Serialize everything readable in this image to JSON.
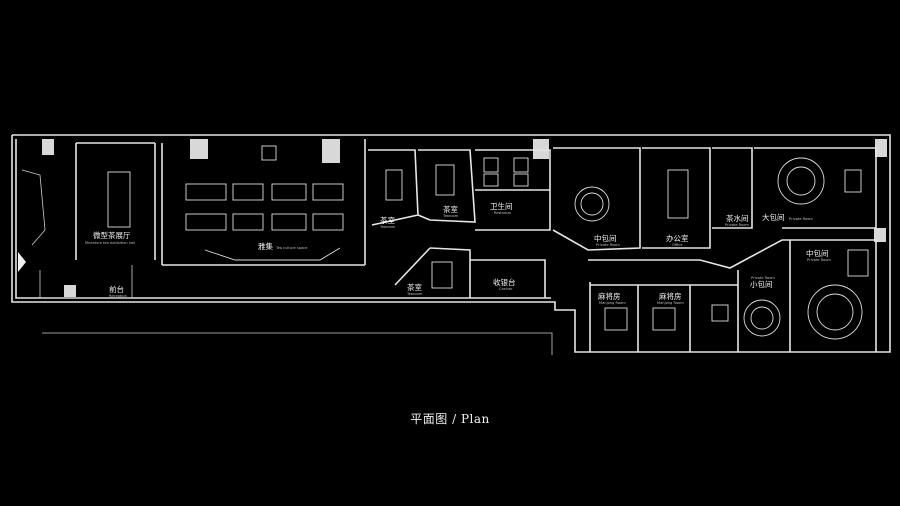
{
  "caption": "平面图 / Plan",
  "rooms": {
    "exhibition": {
      "name": "微型茶展厅",
      "en": "Miniature tea exhibition hall"
    },
    "reception": {
      "name": "前台",
      "en": "Reception"
    },
    "tea_culture": {
      "name": "雅集",
      "en": "Tea culture space"
    },
    "tearoom_1": {
      "name": "茶室",
      "en": "Tearoom"
    },
    "tearoom_2": {
      "name": "茶室",
      "en": "Tearoom"
    },
    "tearoom_3": {
      "name": "茶室",
      "en": "Tearoom"
    },
    "restroom": {
      "name": "卫生间",
      "en": "Restroom"
    },
    "cashier": {
      "name": "收银台",
      "en": "Cashier"
    },
    "private_mid_1": {
      "name": "中包间",
      "en": "Private Room"
    },
    "office": {
      "name": "办公室",
      "en": "Office"
    },
    "pantry": {
      "name": "茶水间",
      "en": "Private Room"
    },
    "private_large": {
      "name": "大包间",
      "en": "Private Room"
    },
    "private_mid_2": {
      "name": "中包间",
      "en": "Private Room"
    },
    "mahjong_1": {
      "name": "麻将房",
      "en": "Mahjong Room"
    },
    "mahjong_2": {
      "name": "麻将房",
      "en": "Mahjong Room"
    },
    "private_small": {
      "name": "小包间",
      "en": "Private Room"
    }
  }
}
